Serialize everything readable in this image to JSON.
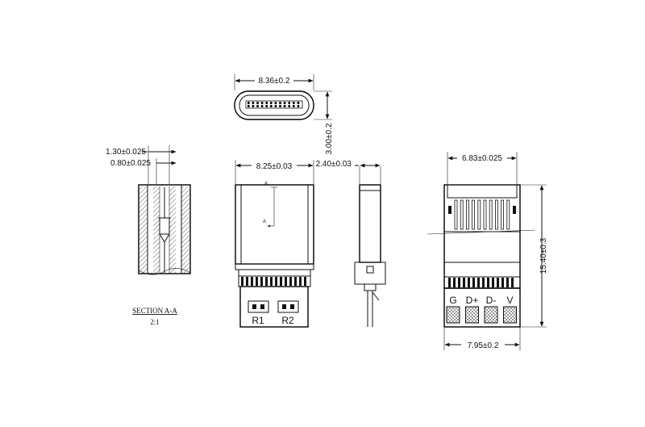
{
  "dimensions": {
    "top_width": "8.36±0.2",
    "top_height": "3.00±0.2",
    "section_outer": "1.30±0.025",
    "section_inner": "0.80±0.025",
    "front_width": "8.25±0.03",
    "side_thickness": "2.40±0.03",
    "right_top_width": "6.83±0.025",
    "right_length": "15.40±0.3",
    "right_bottom_width": "7.95±0.2"
  },
  "section": {
    "title": "SECTION A-A",
    "scale": "2:1",
    "marker_top": "A",
    "marker_side": "A"
  },
  "front_pads": [
    "R1",
    "R2"
  ],
  "back_pins": [
    "G",
    "D+",
    "D-",
    "V"
  ]
}
